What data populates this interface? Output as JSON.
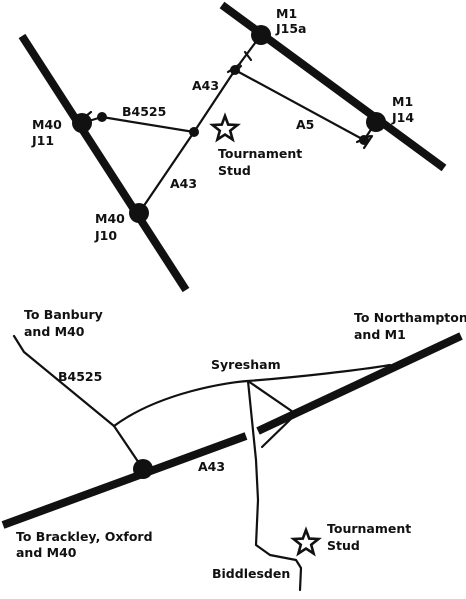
{
  "top_map": {
    "labels": {
      "m1_j15a": [
        "M1",
        "J15a"
      ],
      "m1_j14": [
        "M1",
        "J14"
      ],
      "m40_j11": [
        "M40",
        "J11"
      ],
      "m40_j10": [
        "M40",
        "J10"
      ],
      "b4525": "B4525",
      "a43_upper": "A43",
      "a43_lower": "A43",
      "a5": "A5",
      "destination": [
        "Tournament",
        "Stud"
      ]
    }
  },
  "bottom_map": {
    "labels": {
      "to_banbury": [
        "To Banbury",
        "and M40"
      ],
      "to_northampton": [
        "To Northampton",
        "and M1"
      ],
      "to_brackley": [
        "To Brackley, Oxford",
        "and M40"
      ],
      "b4525": "B4525",
      "syresham": "Syresham",
      "a43": "A43",
      "biddlesden": "Biddlesden",
      "destination": [
        "Tournament",
        "Stud"
      ]
    }
  },
  "colors": {
    "ink": "#111111",
    "background": "#ffffff"
  },
  "icons": {
    "destination_marker": "star-outline-icon",
    "junction_marker": "filled-circle-icon"
  }
}
